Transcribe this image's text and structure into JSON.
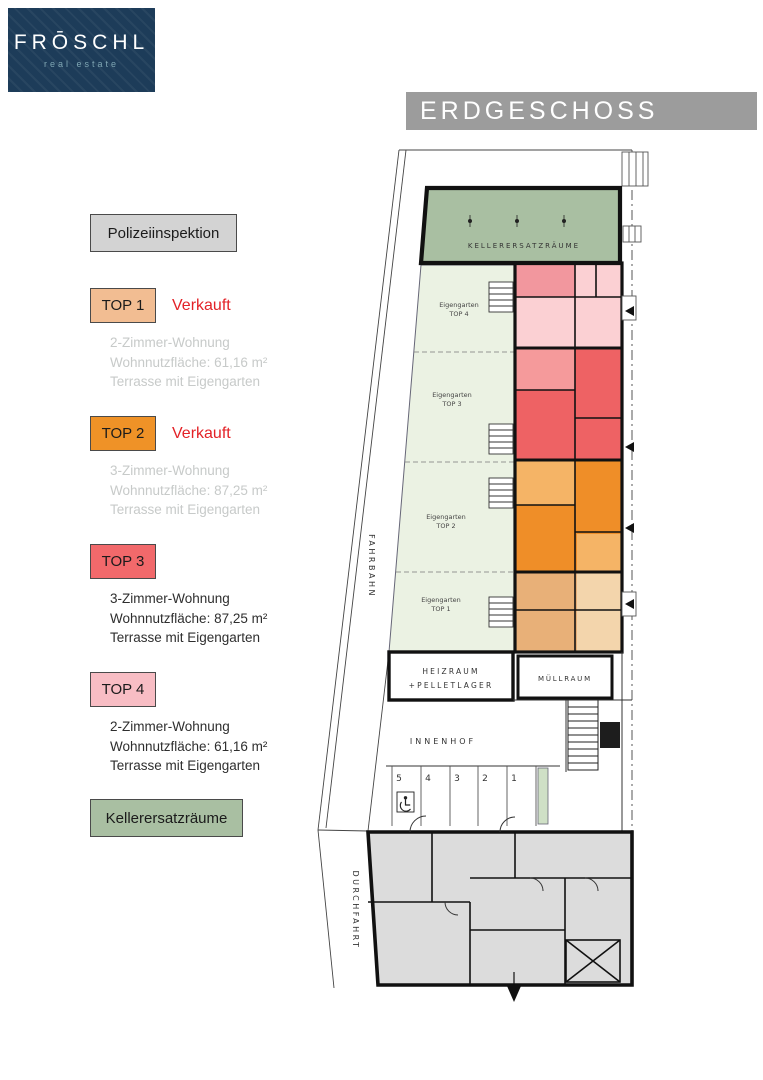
{
  "logo": {
    "brand": "FRŌSCHL",
    "tagline": "real estate"
  },
  "header": {
    "title": "ERDGESCHOSS"
  },
  "legend": {
    "polizei": {
      "label": "Polizeiinspektion",
      "box_style": "background:#d3d3d3"
    },
    "keller": {
      "label": "Kellerersatzräume",
      "box_style": "background:#a9bfa2"
    },
    "tops": [
      {
        "id": "TOP 1",
        "status": "Verkauft",
        "box_style": "background:#f2bd92",
        "lines": [
          "2-Zimmer-Wohnung",
          "Wohnnutzfläche: 61,16 m²",
          "Terrasse mit Eigengarten"
        ]
      },
      {
        "id": "TOP 2",
        "status": "Verkauft",
        "box_style": "background:#ef9227",
        "lines": [
          "3-Zimmer-Wohnung",
          "Wohnnutzfläche: 87,25 m²",
          "Terrasse mit Eigengarten"
        ]
      },
      {
        "id": "TOP 3",
        "status": "",
        "box_style": "background:#f2696b",
        "lines": [
          "3-Zimmer-Wohnung",
          "Wohnnutzfläche: 87,25 m²",
          "Terrasse mit Eigengarten"
        ]
      },
      {
        "id": "TOP 4",
        "status": "",
        "box_style": "background:#f8bdc4",
        "lines": [
          "2-Zimmer-Wohnung",
          "Wohnnutzfläche: 61,16 m²",
          "Terrasse mit Eigengarten"
        ]
      }
    ]
  },
  "plan": {
    "labels": {
      "keller": "KELLERERSATZRÄUME",
      "heizraum_l1": "HEIZRAUM",
      "heizraum_l2": "+PELLETLAGER",
      "muellraum": "MÜLLRAUM",
      "innenhof": "INNENHOF",
      "fahrbahn": "FAHRBAHN",
      "durchfahrt": "DURCHFAHRT"
    },
    "gardens": [
      {
        "l1": "Eigengarten",
        "l2": "TOP 4"
      },
      {
        "l1": "Eigengarten",
        "l2": "TOP 3"
      },
      {
        "l1": "Eigengarten",
        "l2": "TOP 2"
      },
      {
        "l1": "Eigengarten",
        "l2": "TOP 1"
      }
    ],
    "parking": {
      "stalls": [
        "5",
        "4",
        "3",
        "2",
        "1"
      ]
    },
    "icons": {
      "accessible_parking": "wheelchair-icon",
      "north_arrow": "north-arrow-icon"
    }
  },
  "colors": {
    "navy": "#1d3c59",
    "banner": "#9c9c9c",
    "sold_red": "#e32227",
    "desc_muted": "#c7cac9",
    "garden": "#ebf2e3",
    "keller_room": "#a9bfa2",
    "top4_dark": "#f2979e",
    "top4_light": "#fbd0d3",
    "top3": "#ee6264",
    "top3_light": "#f59a9b",
    "top2": "#ef8e28",
    "top2_light": "#f5b466",
    "top1": "#e8b078",
    "top1_light": "#f3d5ac",
    "building": "#dcdcdc",
    "parking_strip": "#cfe0c6"
  }
}
